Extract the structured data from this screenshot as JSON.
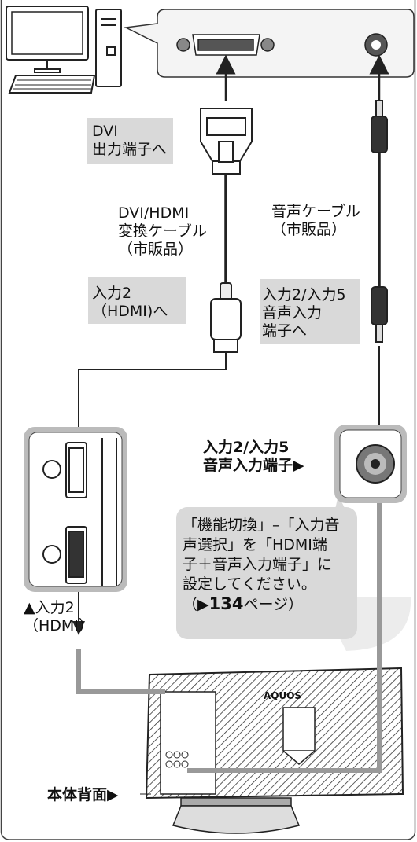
{
  "labels": {
    "dvi_out_1": "DVI",
    "dvi_out_2": "出力端子へ",
    "dvi_hdmi_cable_1": "DVI/HDMI",
    "dvi_hdmi_cable_2": "変換ケーブル",
    "dvi_hdmi_cable_3": "（市販品）",
    "audio_cable_1": "音声ケーブル",
    "audio_cable_2": "（市販品）",
    "hdmi_in_1": "入力2",
    "hdmi_in_2": "（HDMI)へ",
    "audio_in_1": "入力2/入力5",
    "audio_in_2": "音声入力",
    "audio_in_3": "端子へ",
    "audio_jack_1": "入力2/入力5",
    "audio_jack_2": "音声入力端子▶",
    "note_1": "「機能切換」–「入力音",
    "note_2": "声選択」を「HDMI端",
    "note_3": "子＋音声入力端子」に",
    "note_4": "設定してください。",
    "note_5_pre": "（▶",
    "note_5_num": "134",
    "note_5_post": "ページ）",
    "hdmi_port_1": "▲入力2",
    "hdmi_port_2": "（HDMI）",
    "tv_back": "本体背面▶",
    "brand": "AQUOS"
  }
}
